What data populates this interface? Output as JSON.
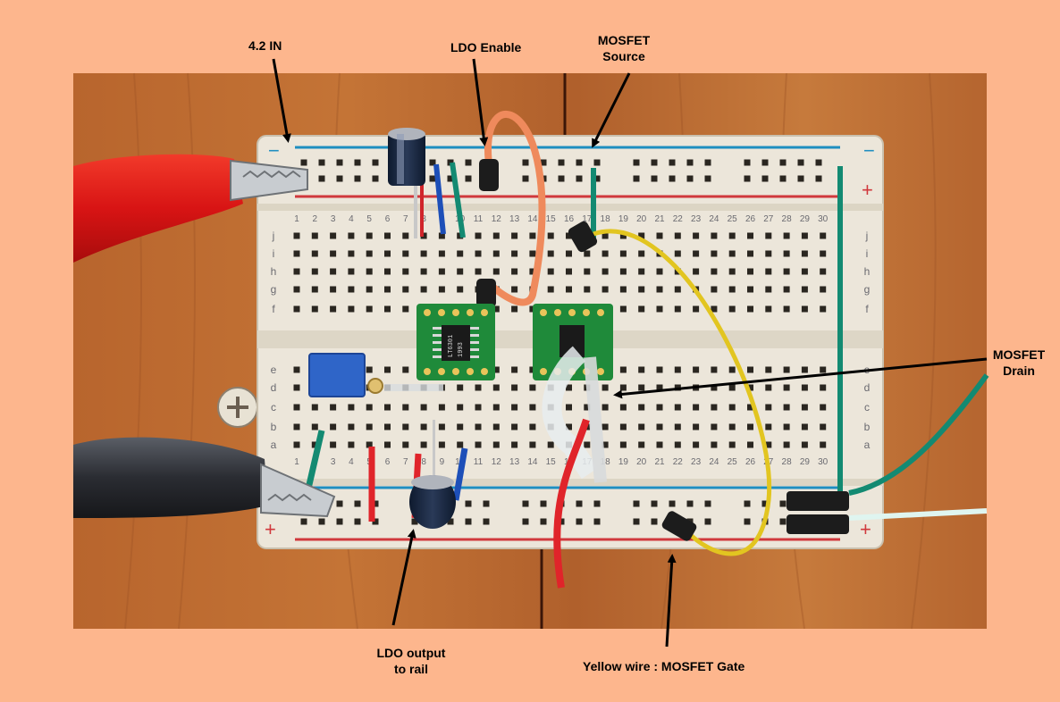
{
  "annotations": {
    "vin": "4.2 IN",
    "ldo_enable": "LDO Enable",
    "mosfet_source": [
      "MOSFET",
      "Source"
    ],
    "mosfet_drain": [
      "MOSFET",
      "Drain"
    ],
    "ldo_output": [
      "LDO output",
      "to rail"
    ],
    "mosfet_gate": "Yellow wire : MOSFET Gate"
  },
  "breadboard": {
    "column_numbers": [
      "1",
      "2",
      "3",
      "4",
      "5",
      "6",
      "7",
      "8",
      "9",
      "10",
      "11",
      "12",
      "13",
      "14",
      "15",
      "16",
      "17",
      "18",
      "19",
      "20",
      "21",
      "22",
      "23",
      "24",
      "25",
      "26",
      "27",
      "28",
      "29",
      "30"
    ],
    "upper_row_letters": [
      "j",
      "i",
      "h",
      "g",
      "f"
    ],
    "lower_row_letters": [
      "e",
      "d",
      "c",
      "b",
      "a"
    ],
    "rail_minus": "−",
    "rail_plus": "+"
  },
  "chips": {
    "ldo_marking": [
      "LT6301",
      "1993"
    ]
  },
  "colors": {
    "background": "#fdb68d",
    "wood": "#b4652f",
    "board": "#ece6da",
    "rail_blue": "#1e8ec0",
    "rail_red": "#d0383c",
    "pcb_green": "#1f8a3a",
    "wire_yellow": "#e2c520",
    "wire_teal": "#138a72",
    "wire_orange": "#ef8a5c",
    "wire_red": "#e0242a",
    "wire_blue": "#1d4fb8",
    "clip_red": "#e01818"
  }
}
